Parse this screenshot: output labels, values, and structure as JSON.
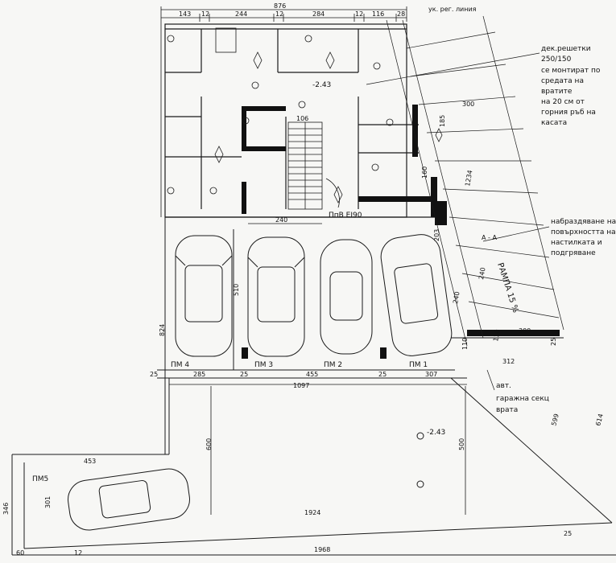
{
  "top_dims": {
    "d876": "876",
    "d143": "143",
    "d12a": "12",
    "d244": "244",
    "d12b": "12",
    "d284": "284",
    "d12c": "12",
    "d116": "116",
    "d28": "28",
    "regline": "ук. рег. линия"
  },
  "notes": {
    "grate_line1": "дек.решетки",
    "grate_line2": "250/150",
    "grate_line3": "се монтират по",
    "grate_line4": "средата на",
    "grate_line5": "вратите",
    "grate_line6": "на 20 см от",
    "grate_line7": "горния ръб на",
    "grate_line8": "касата",
    "roughen_line1": "набраздяване на",
    "roughen_line2": "повърхността на",
    "roughen_line3": "настилката и",
    "roughen_line4": "подгряване",
    "garage_line1": "авт.",
    "garage_line2": "гаражна секц",
    "garage_line3": "врата",
    "door_label": "ПпВ ЕI90",
    "ramp": "РАМПА 15 %",
    "section": "А - А",
    "level_top": "-2.43",
    "level_yard": "-2.43"
  },
  "parking": {
    "pm4": "ПМ 4",
    "pm3": "ПМ 3",
    "pm2": "ПМ 2",
    "pm1": "ПМ 1",
    "pm5": "ПМ5"
  },
  "inner_dims": {
    "d106": "106",
    "d240a": "240",
    "d510": "510",
    "d824": "824",
    "d25a": "25",
    "d285": "285",
    "d25b": "25",
    "d455": "455",
    "d25c": "25",
    "d307": "307",
    "d1097": "1097",
    "d600": "600",
    "d500": "500",
    "d1924": "1924",
    "d1968": "1968",
    "d453": "453",
    "d301": "301",
    "d346": "346",
    "d60": "60",
    "d12d": "12",
    "d312": "312",
    "d300a": "300",
    "d300b": "300",
    "d599": "599",
    "d614": "614",
    "d203": "203",
    "d240b": "240",
    "d240c": "240",
    "d110a": "110",
    "d110b": "110",
    "d160": "160",
    "d185": "185",
    "d1234": "1234",
    "d25d": "25",
    "d25e": "25"
  },
  "colors": {
    "line": "#1a1a1a",
    "wall": "#111111",
    "paper": "#f7f7f5"
  }
}
